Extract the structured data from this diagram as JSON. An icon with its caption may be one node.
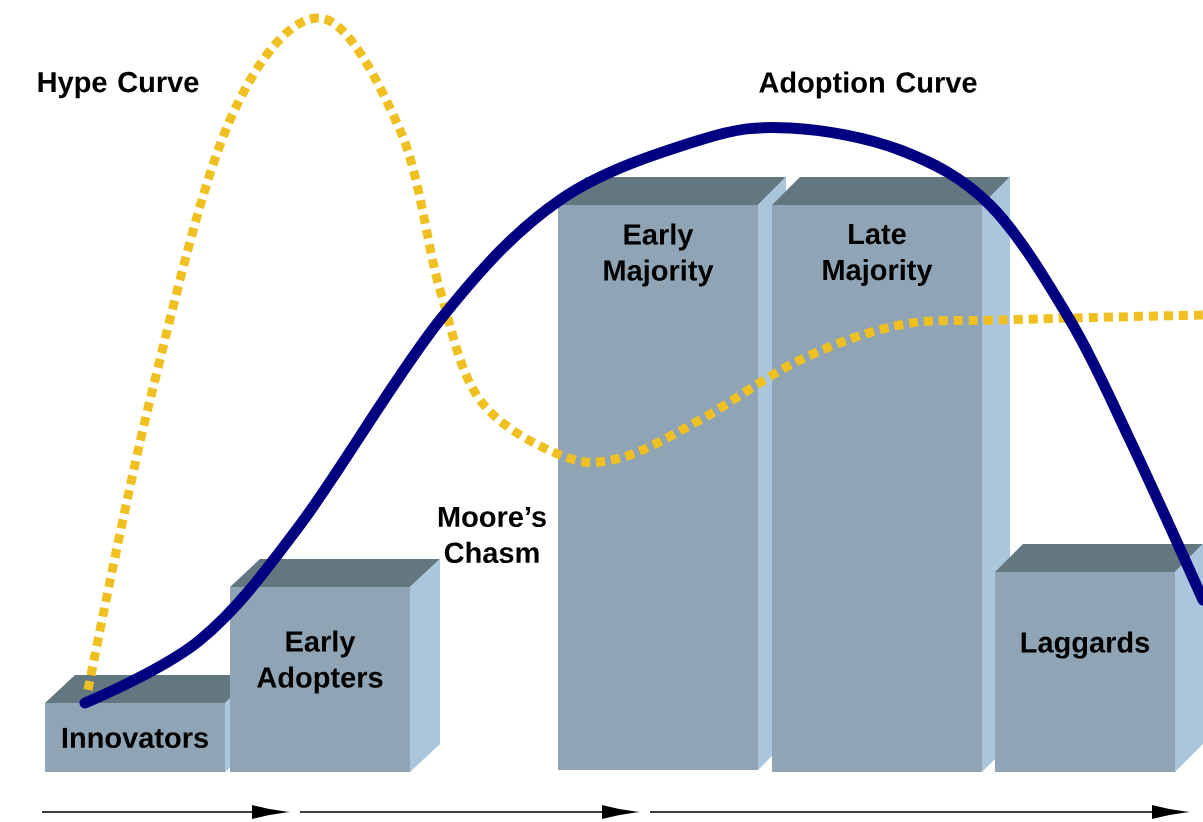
{
  "diagram": {
    "nodes": [
      {
        "text": [
          "Innovators"
        ]
      },
      {
        "text": [
          "Early Adopters"
        ]
      },
      {
        "text": [
          "Early Majority"
        ]
      },
      {
        "text": [
          "Late Majority"
        ]
      },
      {
        "text": [
          "Laggards"
        ]
      }
    ],
    "labels": [
      "Hype Curve",
      "Adoption Curve",
      "Moore’s Chasm"
    ]
  }
}
